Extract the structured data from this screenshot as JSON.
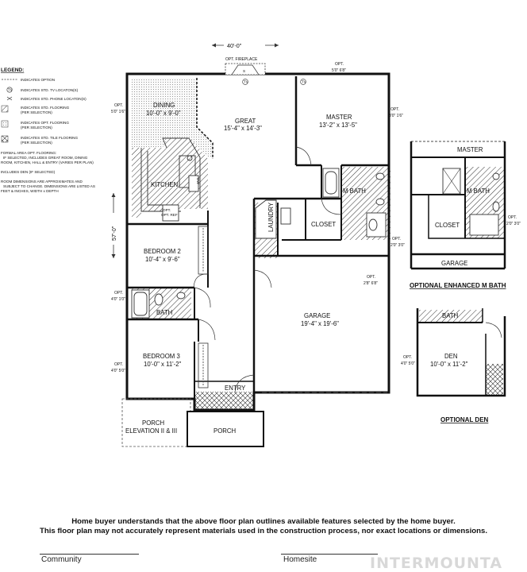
{
  "legend": {
    "title": "LEGEND:",
    "items": [
      "INDICATES OPTION",
      "INDICATES STD. TV LOCATON(S)",
      "INDICATES STD. PHONE LOCATON(S)",
      "INDICATES STD. FLOORING",
      "(PER SELECTION)",
      "INDICATES OPT. FLOORING",
      "(PER SELECTION)",
      "INDICATES STD. TILE FLOORING",
      "(PER SELECTION)"
    ],
    "notes": [
      "FORMAL AREA OPT. FLOORING:",
      "IF SELECTED, INCLUDES GREAT ROOM, DINING",
      "ROOM, KITCHEN, HALL & ENTRY (VARIES PER PLAN)",
      "INCLUDES DEN (IF SELECTED)",
      "ROOM DIMENSIONS ARE APPROXIMATES AND",
      "SUBJECT TO CHANGE. DIMENSIONS ARE LISTED AS",
      "FEET & INCHES, WIDTH x DEPTH"
    ]
  },
  "plan": {
    "overall_width": "40'-0\"",
    "overall_depth": "57'-0\"",
    "fireplace": "OPT. FIREPLACE",
    "rooms": {
      "dining": {
        "name": "DINING",
        "size": "10'-0\" x 9'-0\""
      },
      "great": {
        "name": "GREAT",
        "size": "15'-4\" x 14'-3\""
      },
      "master": {
        "name": "MASTER",
        "size": "13'-2\" x 13'-5\""
      },
      "kitchen": {
        "name": "KITCHEN"
      },
      "opt_ref": {
        "name": "OPT. REF"
      },
      "dw": {
        "name": "DW"
      },
      "m_bath": {
        "name": "M BATH"
      },
      "closet": {
        "name": "CLOSET"
      },
      "laundry": {
        "name": "LAUNDRY"
      },
      "bedroom2": {
        "name": "BEDROOM 2",
        "size": "10'-4\" x 9'-6\""
      },
      "bath": {
        "name": "BATH"
      },
      "garage": {
        "name": "GARAGE",
        "size": "19'-4\" x 19'-6\""
      },
      "bedroom3": {
        "name": "BEDROOM 3",
        "size": "10'-0\" x 11'-2\""
      },
      "entry": {
        "name": "ENTRY"
      },
      "porch_elev": {
        "name": "PORCH",
        "sub": "ELEVATION II & III"
      },
      "porch": {
        "name": "PORCH"
      }
    },
    "options": {
      "dining_window": [
        "OPT.",
        "5'0\" 1'6\""
      ],
      "master_window": [
        "OPT.",
        "8'0\" 1'6\""
      ],
      "fireplace_window": [
        "OPT.",
        "5'0\" 6'8\""
      ],
      "bath_window": [
        "OPT.",
        "2'0\" 3'0\""
      ],
      "garage_door": [
        "OPT.",
        "2'8\" 6'8\""
      ],
      "bed2_window": [
        "OPT.",
        "4'0\" 1'0\""
      ],
      "bed3_window": [
        "OPT.",
        "4'0\" 5'0\""
      ]
    }
  },
  "enhanced_bath": {
    "title": "OPTIONAL ENHANCED M BATH",
    "master": "MASTER",
    "m_bath": "M BATH",
    "closet": "CLOSET",
    "garage": "GARAGE",
    "window": [
      "OPT.",
      "2'0\" 3'0\""
    ]
  },
  "optional_den": {
    "title": "OPTIONAL DEN",
    "bath": "BATH",
    "den": "DEN",
    "size": "10'-0\" x 11'-2\"",
    "window": [
      "OPT.",
      "4'0\" 5'0\""
    ]
  },
  "disclaimer": [
    "Home buyer understands that the above floor plan outlines available features selected by the home buyer.",
    "This floor plan may not accurately represent materials used in the construction process, nor exact locations or dimensions."
  ],
  "signatures": {
    "community": "Community",
    "homesite": "Homesite"
  },
  "watermark": "INTERMOUNTA"
}
